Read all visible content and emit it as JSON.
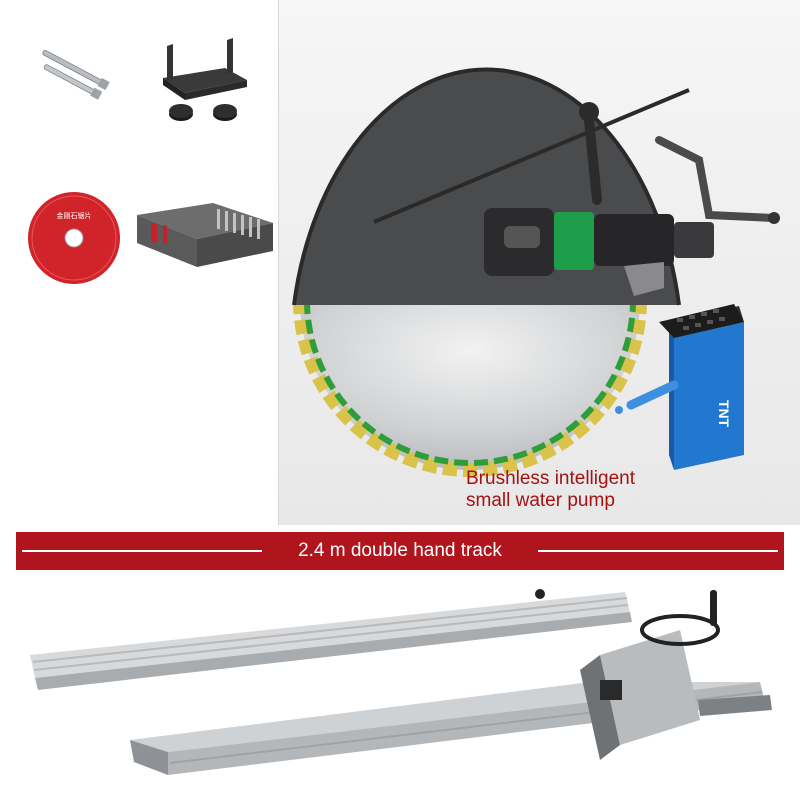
{
  "product": {
    "pump_caption_line1": "Brushless intelligent",
    "pump_caption_line2": "small water pump",
    "pump_brand": "TNT",
    "track_banner": "2.4 m double hand track",
    "blade_label": "金刚石锯片"
  },
  "colors": {
    "banner": "#b0141c",
    "caption": "#a31212",
    "motor_green": "#1e9e4a",
    "pump_blue": "#1f6fc4"
  }
}
